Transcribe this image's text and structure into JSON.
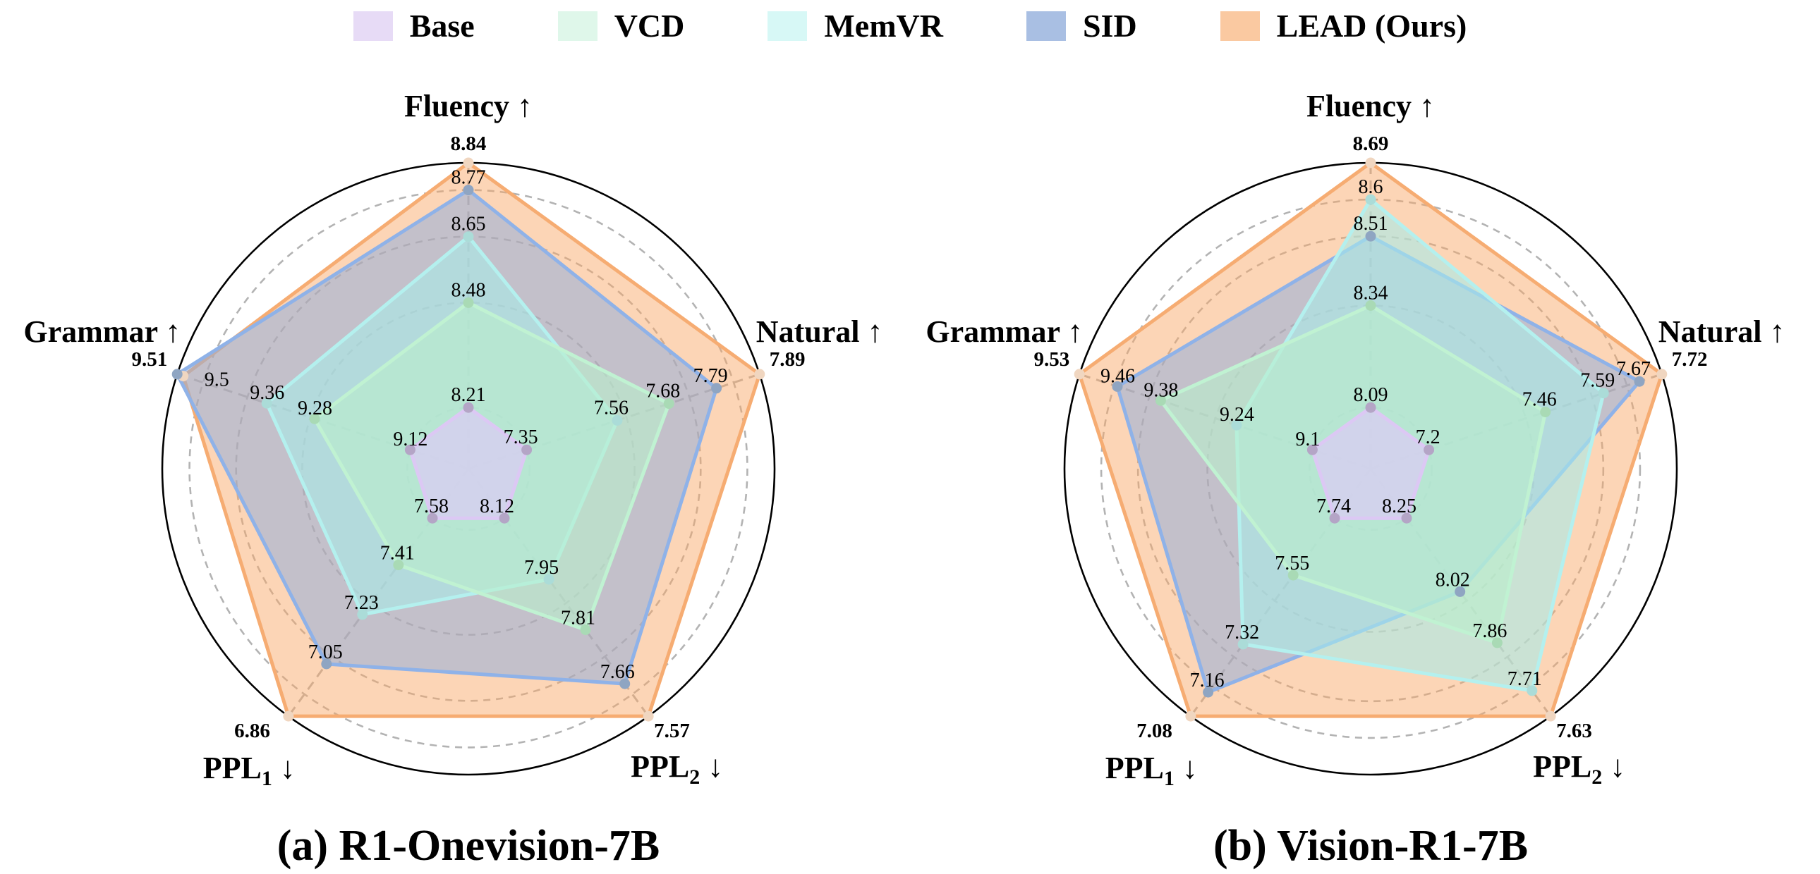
{
  "legend": {
    "items": [
      {
        "label": "Base",
        "color": "#E7DBF6"
      },
      {
        "label": "VCD",
        "color": "#DFF7EA"
      },
      {
        "label": "MemVR",
        "color": "#D7F8F6"
      },
      {
        "label": "SID",
        "color": "#A9BFE3"
      },
      {
        "label": "LEAD (Ours)",
        "color": "#FAC9A1"
      }
    ]
  },
  "series_styles": {
    "Base": {
      "fill": "#D9CCF3",
      "fill_opacity": 0.75,
      "stroke": "#DCC8F4",
      "dot": "#B4A5C6"
    },
    "VCD": {
      "fill": "#B9EFCB",
      "fill_opacity": 0.6,
      "stroke": "#C0F2D2",
      "dot": "#A9DAB5"
    },
    "MemVR": {
      "fill": "#A9EBE7",
      "fill_opacity": 0.6,
      "stroke": "#B4F0EE",
      "dot": "#ABDCD8"
    },
    "SID": {
      "fill": "#8AACDE",
      "fill_opacity": 0.5,
      "stroke": "#8FB2E8",
      "dot": "#8FA5C2"
    },
    "LEAD (Ours)": {
      "fill": "#F8A866",
      "fill_opacity": 0.48,
      "stroke": "#F6AC72",
      "dot": "#F0D6C0"
    }
  },
  "grid": {
    "line_color": "#B3B3B3",
    "outer_circle_color": "#000000"
  },
  "chart_data": [
    {
      "type": "radar",
      "title": "(a) R1-Onevision-7B",
      "axes": [
        {
          "label": "Fluency",
          "sub": "",
          "arrow": "↑",
          "direction": "higher_better"
        },
        {
          "label": "Natural",
          "sub": "",
          "arrow": "↑",
          "direction": "higher_better"
        },
        {
          "label": "PPL",
          "sub": "2",
          "arrow": "↓",
          "direction": "lower_better"
        },
        {
          "label": "PPL",
          "sub": "1",
          "arrow": "↓",
          "direction": "lower_better"
        },
        {
          "label": "Grammar",
          "sub": "",
          "arrow": "↑",
          "direction": "higher_better"
        }
      ],
      "series": [
        {
          "name": "Base",
          "values": [
            8.21,
            7.35,
            8.12,
            7.58,
            9.12
          ]
        },
        {
          "name": "VCD",
          "values": [
            8.48,
            7.68,
            7.81,
            7.41,
            9.28
          ]
        },
        {
          "name": "MemVR",
          "values": [
            8.65,
            7.56,
            7.95,
            7.23,
            9.36
          ]
        },
        {
          "name": "SID",
          "values": [
            8.77,
            7.79,
            7.66,
            7.05,
            9.51
          ]
        },
        {
          "name": "LEAD (Ours)",
          "values": [
            8.84,
            7.89,
            7.57,
            6.86,
            9.5
          ]
        }
      ],
      "scale": "per-axis linear; worst value at 20% radius, best value on outer rim"
    },
    {
      "type": "radar",
      "title": "(b) Vision-R1-7B",
      "axes": [
        {
          "label": "Fluency",
          "sub": "",
          "arrow": "↑",
          "direction": "higher_better"
        },
        {
          "label": "Natural",
          "sub": "",
          "arrow": "↑",
          "direction": "higher_better"
        },
        {
          "label": "PPL",
          "sub": "2",
          "arrow": "↓",
          "direction": "lower_better"
        },
        {
          "label": "PPL",
          "sub": "1",
          "arrow": "↓",
          "direction": "lower_better"
        },
        {
          "label": "Grammar",
          "sub": "",
          "arrow": "↑",
          "direction": "higher_better"
        }
      ],
      "series": [
        {
          "name": "Base",
          "values": [
            8.09,
            7.2,
            8.25,
            7.74,
            9.1
          ]
        },
        {
          "name": "VCD",
          "values": [
            8.34,
            7.46,
            7.86,
            7.55,
            9.38
          ]
        },
        {
          "name": "MemVR",
          "values": [
            8.6,
            7.59,
            7.71,
            7.32,
            9.24
          ]
        },
        {
          "name": "SID",
          "values": [
            8.51,
            7.67,
            8.02,
            7.16,
            9.46
          ]
        },
        {
          "name": "LEAD (Ours)",
          "values": [
            8.69,
            7.72,
            7.63,
            7.08,
            9.53
          ]
        }
      ],
      "scale": "per-axis linear; worst value at 20% radius, best value on outer rim"
    }
  ]
}
